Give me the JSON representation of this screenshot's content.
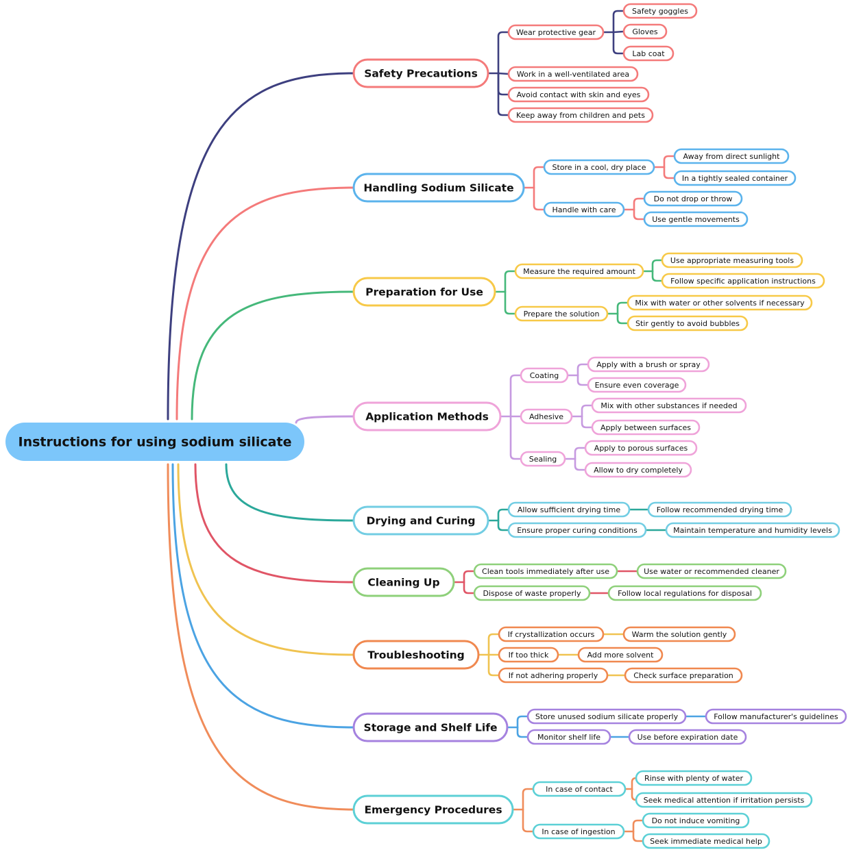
{
  "root": {
    "label": "Instructions for using sodium silicate",
    "color": "#7CC6FA"
  },
  "branches": [
    {
      "id": "safety",
      "label": "Safety Precautions",
      "line": "#3D3F7F",
      "border": "#F47A7A",
      "childLine": "#3D3F7F",
      "children": [
        {
          "label": "Wear protective gear",
          "border": "#F47A7A",
          "childLine": "#3D3F7F",
          "children": [
            {
              "label": "Safety goggles"
            },
            {
              "label": "Gloves"
            },
            {
              "label": "Lab coat"
            }
          ]
        },
        {
          "label": "Work in a well-ventilated area",
          "border": "#F47A7A"
        },
        {
          "label": "Avoid contact with skin and eyes",
          "border": "#F47A7A"
        },
        {
          "label": "Keep away from children and pets",
          "border": "#F47A7A"
        }
      ]
    },
    {
      "id": "handling",
      "label": "Handling Sodium Silicate",
      "line": "#F47A7A",
      "border": "#5BB3EC",
      "childLine": "#F47A7A",
      "children": [
        {
          "label": "Store in a cool, dry place",
          "border": "#5BB3EC",
          "childLine": "#F47A7A",
          "children": [
            {
              "label": "Away from direct sunlight"
            },
            {
              "label": "In a tightly sealed container"
            }
          ]
        },
        {
          "label": "Handle with care",
          "border": "#5BB3EC",
          "childLine": "#F47A7A",
          "children": [
            {
              "label": "Do not drop or throw"
            },
            {
              "label": "Use gentle movements"
            }
          ]
        }
      ]
    },
    {
      "id": "prep",
      "label": "Preparation for Use",
      "line": "#45B87A",
      "border": "#F7C948",
      "childLine": "#45B87A",
      "children": [
        {
          "label": "Measure the required amount",
          "border": "#F7C948",
          "childLine": "#45B87A",
          "children": [
            {
              "label": "Use appropriate measuring tools"
            },
            {
              "label": "Follow specific application instructions"
            }
          ]
        },
        {
          "label": "Prepare the solution",
          "border": "#F7C948",
          "childLine": "#45B87A",
          "children": [
            {
              "label": "Mix with water or other solvents if necessary"
            },
            {
              "label": "Stir gently to avoid bubbles"
            }
          ]
        }
      ]
    },
    {
      "id": "apply",
      "label": "Application Methods",
      "line": "#C69AE0",
      "border": "#EFA3D9",
      "childLine": "#C69AE0",
      "children": [
        {
          "label": "Coating",
          "border": "#EFA3D9",
          "childLine": "#C69AE0",
          "children": [
            {
              "label": "Apply with a brush or spray"
            },
            {
              "label": "Ensure even coverage"
            }
          ]
        },
        {
          "label": "Adhesive",
          "border": "#EFA3D9",
          "childLine": "#C69AE0",
          "children": [
            {
              "label": "Mix with other substances if needed"
            },
            {
              "label": "Apply between surfaces"
            }
          ]
        },
        {
          "label": "Sealing",
          "border": "#EFA3D9",
          "childLine": "#C69AE0",
          "children": [
            {
              "label": "Apply to porous surfaces"
            },
            {
              "label": "Allow to dry completely"
            }
          ]
        }
      ]
    },
    {
      "id": "drying",
      "label": "Drying and Curing",
      "line": "#2BA89A",
      "border": "#72CDE3",
      "childLine": "#2BA89A",
      "children": [
        {
          "label": "Allow sufficient drying time",
          "border": "#72CDE3",
          "childLine": "#2BA89A",
          "children": [
            {
              "label": "Follow recommended drying time"
            }
          ]
        },
        {
          "label": "Ensure proper curing conditions",
          "border": "#72CDE3",
          "childLine": "#2BA89A",
          "children": [
            {
              "label": "Maintain temperature and humidity levels"
            }
          ]
        }
      ]
    },
    {
      "id": "cleaning",
      "label": "Cleaning Up",
      "line": "#E05566",
      "border": "#8ED07A",
      "childLine": "#E05566",
      "children": [
        {
          "label": "Clean tools immediately after use",
          "border": "#8ED07A",
          "childLine": "#E05566",
          "children": [
            {
              "label": "Use water or recommended cleaner"
            }
          ]
        },
        {
          "label": "Dispose of waste properly",
          "border": "#8ED07A",
          "childLine": "#E05566",
          "children": [
            {
              "label": "Follow local regulations for disposal"
            }
          ]
        }
      ]
    },
    {
      "id": "trouble",
      "label": "Troubleshooting",
      "line": "#F0C350",
      "border": "#F0884F",
      "childLine": "#F0C350",
      "children": [
        {
          "label": "If crystallization occurs",
          "border": "#F0884F",
          "childLine": "#F0C350",
          "children": [
            {
              "label": "Warm the solution gently"
            }
          ]
        },
        {
          "label": "If too thick",
          "border": "#F0884F",
          "childLine": "#F0C350",
          "children": [
            {
              "label": "Add more solvent"
            }
          ]
        },
        {
          "label": "If not adhering properly",
          "border": "#F0884F",
          "childLine": "#F0C350",
          "children": [
            {
              "label": "Check surface preparation"
            }
          ]
        }
      ]
    },
    {
      "id": "storage",
      "label": "Storage and Shelf Life",
      "line": "#4BA3E3",
      "border": "#A582DF",
      "childLine": "#4BA3E3",
      "children": [
        {
          "label": "Store unused sodium silicate properly",
          "border": "#A582DF",
          "childLine": "#4BA3E3",
          "children": [
            {
              "label": "Follow manufacturer's guidelines"
            }
          ]
        },
        {
          "label": "Monitor shelf life",
          "border": "#A582DF",
          "childLine": "#4BA3E3",
          "children": [
            {
              "label": "Use before expiration date"
            }
          ]
        }
      ]
    },
    {
      "id": "emergency",
      "label": "Emergency Procedures",
      "line": "#F08C5A",
      "border": "#5CD0D6",
      "childLine": "#F08C5A",
      "children": [
        {
          "label": "In case of contact",
          "border": "#5CD0D6",
          "childLine": "#F08C5A",
          "children": [
            {
              "label": "Rinse with plenty of water"
            },
            {
              "label": "Seek medical attention if irritation persists"
            }
          ]
        },
        {
          "label": "In case of ingestion",
          "border": "#5CD0D6",
          "childLine": "#F08C5A",
          "children": [
            {
              "label": "Do not induce vomiting"
            },
            {
              "label": "Seek immediate medical help"
            }
          ]
        }
      ]
    }
  ]
}
